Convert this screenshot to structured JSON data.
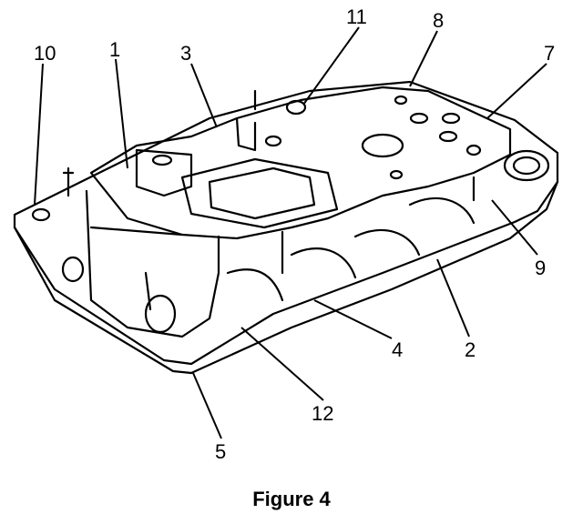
{
  "figure": {
    "caption": "Figure 4",
    "callouts": [
      "1",
      "2",
      "3",
      "4",
      "5",
      "7",
      "8",
      "9",
      "10",
      "11",
      "12"
    ]
  }
}
